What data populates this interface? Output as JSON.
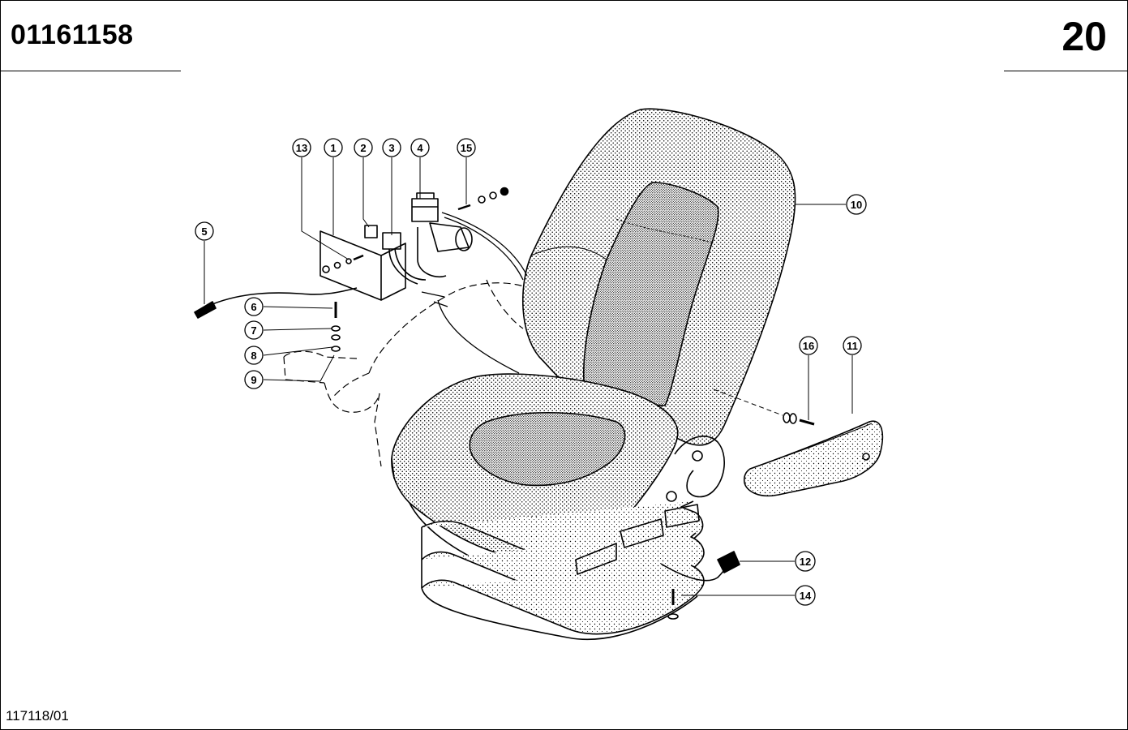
{
  "header": {
    "part_number": "01161158",
    "page_number": "20"
  },
  "footer": {
    "drawing_ref": "117118/01"
  },
  "callouts": [
    {
      "id": "1",
      "label": "1"
    },
    {
      "id": "2",
      "label": "2"
    },
    {
      "id": "3",
      "label": "3"
    },
    {
      "id": "4",
      "label": "4"
    },
    {
      "id": "5",
      "label": "5"
    },
    {
      "id": "6",
      "label": "6"
    },
    {
      "id": "7",
      "label": "7"
    },
    {
      "id": "8",
      "label": "8"
    },
    {
      "id": "9",
      "label": "9"
    },
    {
      "id": "10",
      "label": "10"
    },
    {
      "id": "11",
      "label": "11"
    },
    {
      "id": "12",
      "label": "12"
    },
    {
      "id": "13",
      "label": "13"
    },
    {
      "id": "14",
      "label": "14"
    },
    {
      "id": "15",
      "label": "15"
    },
    {
      "id": "16",
      "label": "16"
    }
  ]
}
